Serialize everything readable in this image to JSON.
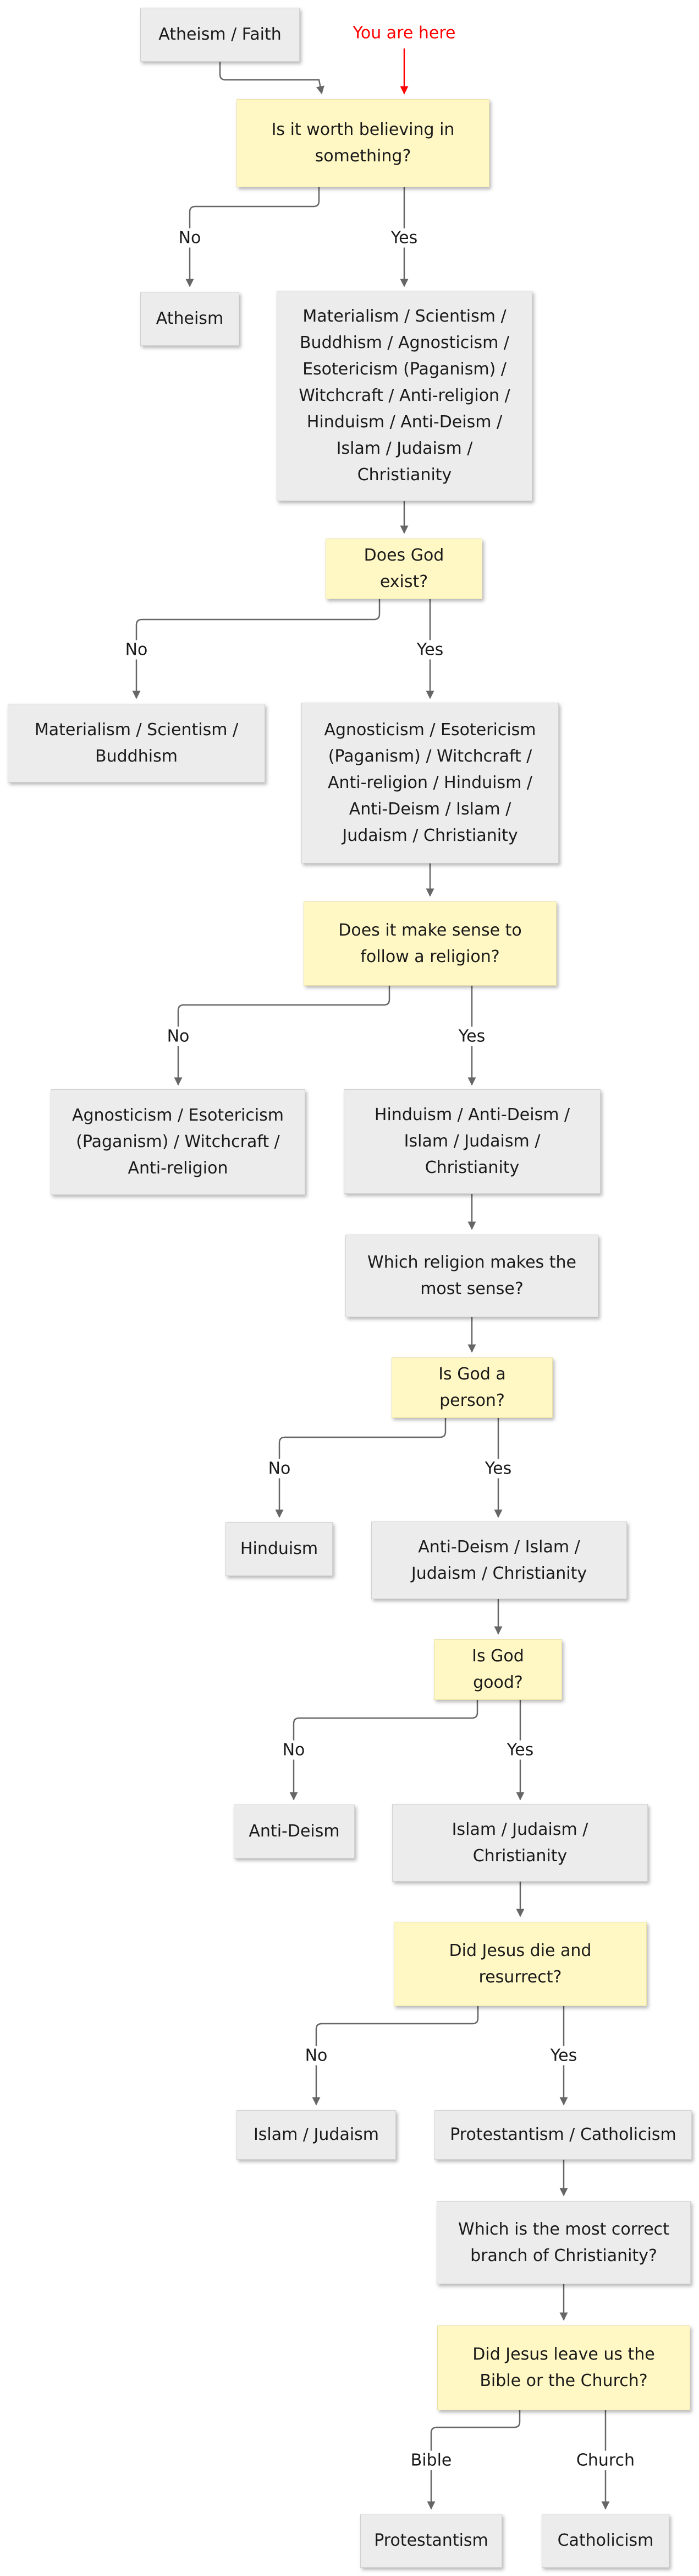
{
  "here_label": "You are here",
  "nodes": {
    "atheism_faith": "Atheism / Faith",
    "q_worth_believing": "Is it worth believing in something?",
    "atheism": "Atheism",
    "list_all": "Materialism / Scientism / Buddhism / Agnosticism / Esotericism (Paganism) / Witchcraft / Anti-religion / Hinduism / Anti-Deism / Islam / Judaism / Christianity",
    "q_god_exist": "Does God exist?",
    "list_materialism": "Materialism / Scientism / Buddhism",
    "list_agnosticism_all": "Agnosticism / Esotericism (Paganism) / Witchcraft / Anti-religion / Hinduism / Anti-Deism / Islam / Judaism / Christianity",
    "q_religion_sense": "Does it make sense to follow a religion?",
    "list_agnosticism": "Agnosticism / Esotericism (Paganism) / Witchcraft / Anti-religion",
    "list_hinduism": "Hinduism / Anti-Deism / Islam / Judaism / Christianity",
    "q_which_religion": "Which religion makes the most sense?",
    "q_god_person": "Is God a person?",
    "hinduism": "Hinduism",
    "list_antideism": "Anti-Deism / Islam / Judaism / Christianity",
    "q_god_good": "Is God good?",
    "antideism": "Anti-Deism",
    "list_islam": "Islam / Judaism / Christianity",
    "q_jesus": "Did Jesus die and resurrect?",
    "islam_judaism": "Islam / Judaism",
    "prot_cath": "Protestantism / Catholicism",
    "q_branch": "Which is the most correct branch of Christianity?",
    "q_bible_church": "Did Jesus leave us the Bible or the Church?",
    "protestantism": "Protestantism",
    "catholicism": "Catholicism"
  },
  "edge_labels": {
    "no": "No",
    "yes": "Yes",
    "bible": "Bible",
    "church": "Church"
  },
  "colors": {
    "question_fill": "#fff8c4",
    "answer_fill": "#ececec",
    "connector": "#666666",
    "pointer": "#ff0000"
  }
}
